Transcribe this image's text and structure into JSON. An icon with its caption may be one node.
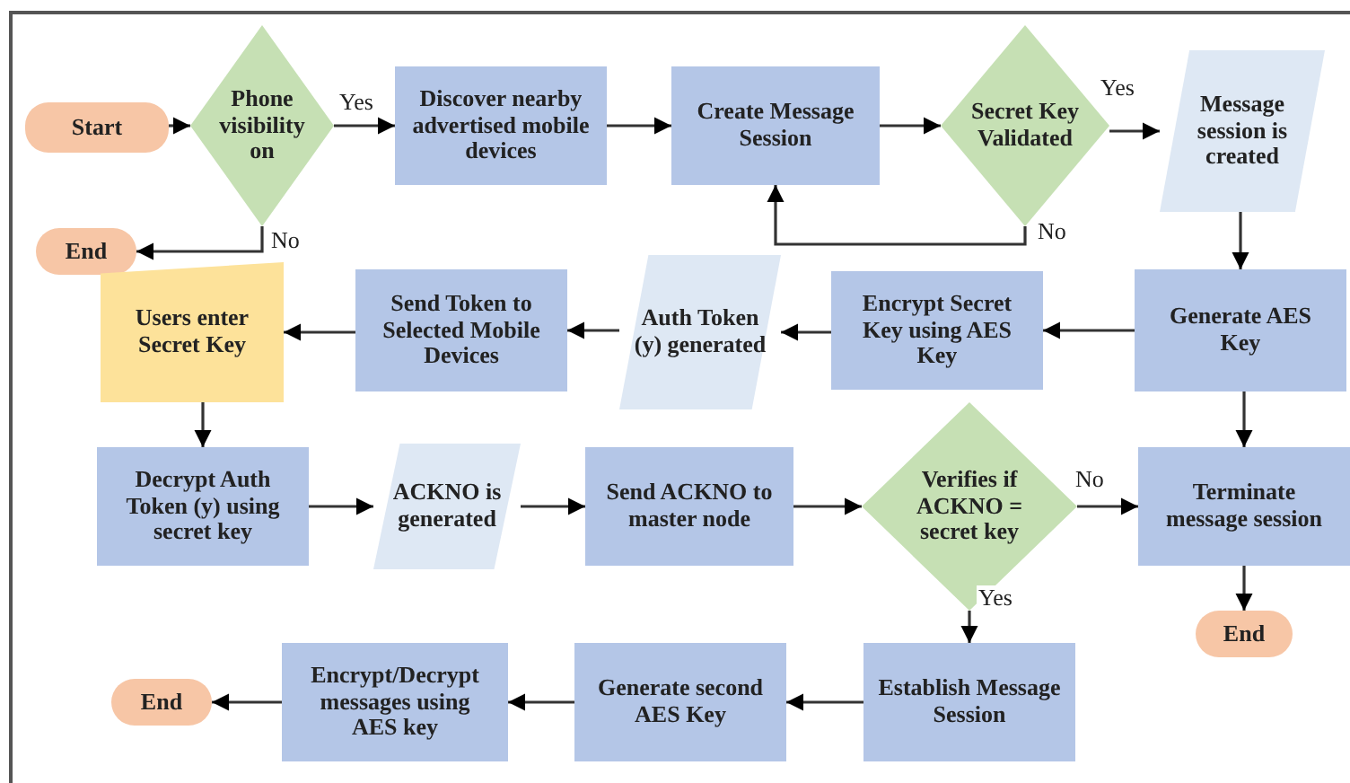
{
  "diagram": {
    "nodes": [
      {
        "text": [
          "Start"
        ]
      },
      {
        "text": [
          "Phone visibility on"
        ]
      },
      {
        "text": [
          "Discover nearby advertised mobile devices"
        ]
      },
      {
        "text": [
          "Create Message Session"
        ]
      },
      {
        "text": [
          "Secret Key Validated"
        ]
      },
      {
        "text": [
          "Message session is created"
        ]
      },
      {
        "text": [
          "End"
        ]
      },
      {
        "text": [
          "Users enter Secret Key"
        ]
      },
      {
        "text": [
          "Send Token to Selected Mobile Devices"
        ]
      },
      {
        "text": [
          "Auth Token (y) generated"
        ]
      },
      {
        "text": [
          "Encrypt Secret Key using AES Key"
        ]
      },
      {
        "text": [
          "Generate AES Key"
        ]
      },
      {
        "text": [
          "Decrypt Auth Token (y) using secret key"
        ]
      },
      {
        "text": [
          "ACKNO is generated"
        ]
      },
      {
        "text": [
          "Send ACKNO to master node"
        ]
      },
      {
        "text": [
          "Verifies if ACKNO = secret key"
        ]
      },
      {
        "text": [
          "Terminate message session"
        ]
      },
      {
        "text": [
          "End"
        ]
      },
      {
        "text": [
          "Establish Message Session"
        ]
      },
      {
        "text": [
          "Generate second AES Key"
        ]
      },
      {
        "text": [
          "Encrypt/Decrypt messages using AES key"
        ]
      },
      {
        "text": [
          "End"
        ]
      }
    ],
    "edges": [
      {
        "from": 0,
        "to": 1,
        "arrow": "to"
      },
      {
        "from": 1,
        "to": 2,
        "arrow": "to",
        "label": "Yes"
      },
      {
        "from": 1,
        "to": 6,
        "arrow": "to",
        "label": "No"
      },
      {
        "from": 2,
        "to": 3,
        "arrow": "to"
      },
      {
        "from": 3,
        "to": 4,
        "arrow": "to"
      },
      {
        "from": 4,
        "to": 5,
        "arrow": "to",
        "label": "Yes"
      },
      {
        "from": 4,
        "to": 3,
        "arrow": "to",
        "label": "No"
      },
      {
        "from": 5,
        "to": 11,
        "arrow": "to"
      },
      {
        "from": 11,
        "to": 10,
        "arrow": "to"
      },
      {
        "from": 10,
        "to": 9,
        "arrow": "to"
      },
      {
        "from": 9,
        "to": 8,
        "arrow": "to"
      },
      {
        "from": 8,
        "to": 7,
        "arrow": "to"
      },
      {
        "from": 7,
        "to": 12,
        "arrow": "to"
      },
      {
        "from": 12,
        "to": 13,
        "arrow": "to"
      },
      {
        "from": 13,
        "to": 14,
        "arrow": "to"
      },
      {
        "from": 14,
        "to": 15,
        "arrow": "to"
      },
      {
        "from": 15,
        "to": 16,
        "arrow": "to",
        "label": "No"
      },
      {
        "from": 11,
        "to": 16,
        "arrow": "to"
      },
      {
        "from": 16,
        "to": 17,
        "arrow": "to"
      },
      {
        "from": 15,
        "to": 18,
        "arrow": "to",
        "label": "Yes"
      },
      {
        "from": 18,
        "to": 19,
        "arrow": "to"
      },
      {
        "from": 19,
        "to": 20,
        "arrow": "to"
      },
      {
        "from": 20,
        "to": 21,
        "arrow": "to"
      }
    ]
  }
}
